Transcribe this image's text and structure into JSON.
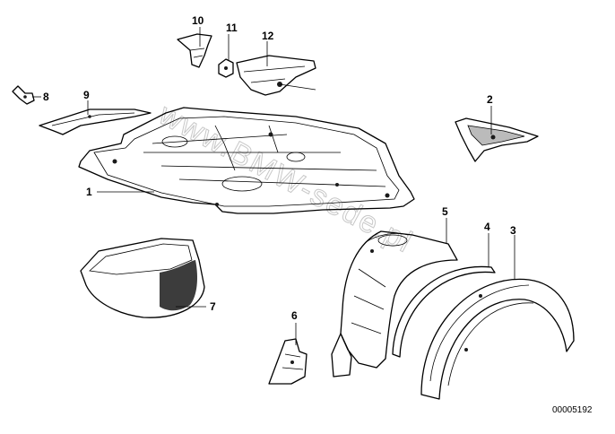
{
  "diagram": {
    "callouts": [
      {
        "id": "1",
        "label": "1"
      },
      {
        "id": "2",
        "label": "2"
      },
      {
        "id": "3",
        "label": "3"
      },
      {
        "id": "4",
        "label": "4"
      },
      {
        "id": "5",
        "label": "5"
      },
      {
        "id": "6",
        "label": "6"
      },
      {
        "id": "7",
        "label": "7"
      },
      {
        "id": "8",
        "label": "8"
      },
      {
        "id": "9",
        "label": "9"
      },
      {
        "id": "10",
        "label": "10"
      },
      {
        "id": "11",
        "label": "11"
      },
      {
        "id": "12",
        "label": "12"
      }
    ],
    "document_number": "00005192",
    "watermark": "www.BMW-sede.pl"
  }
}
